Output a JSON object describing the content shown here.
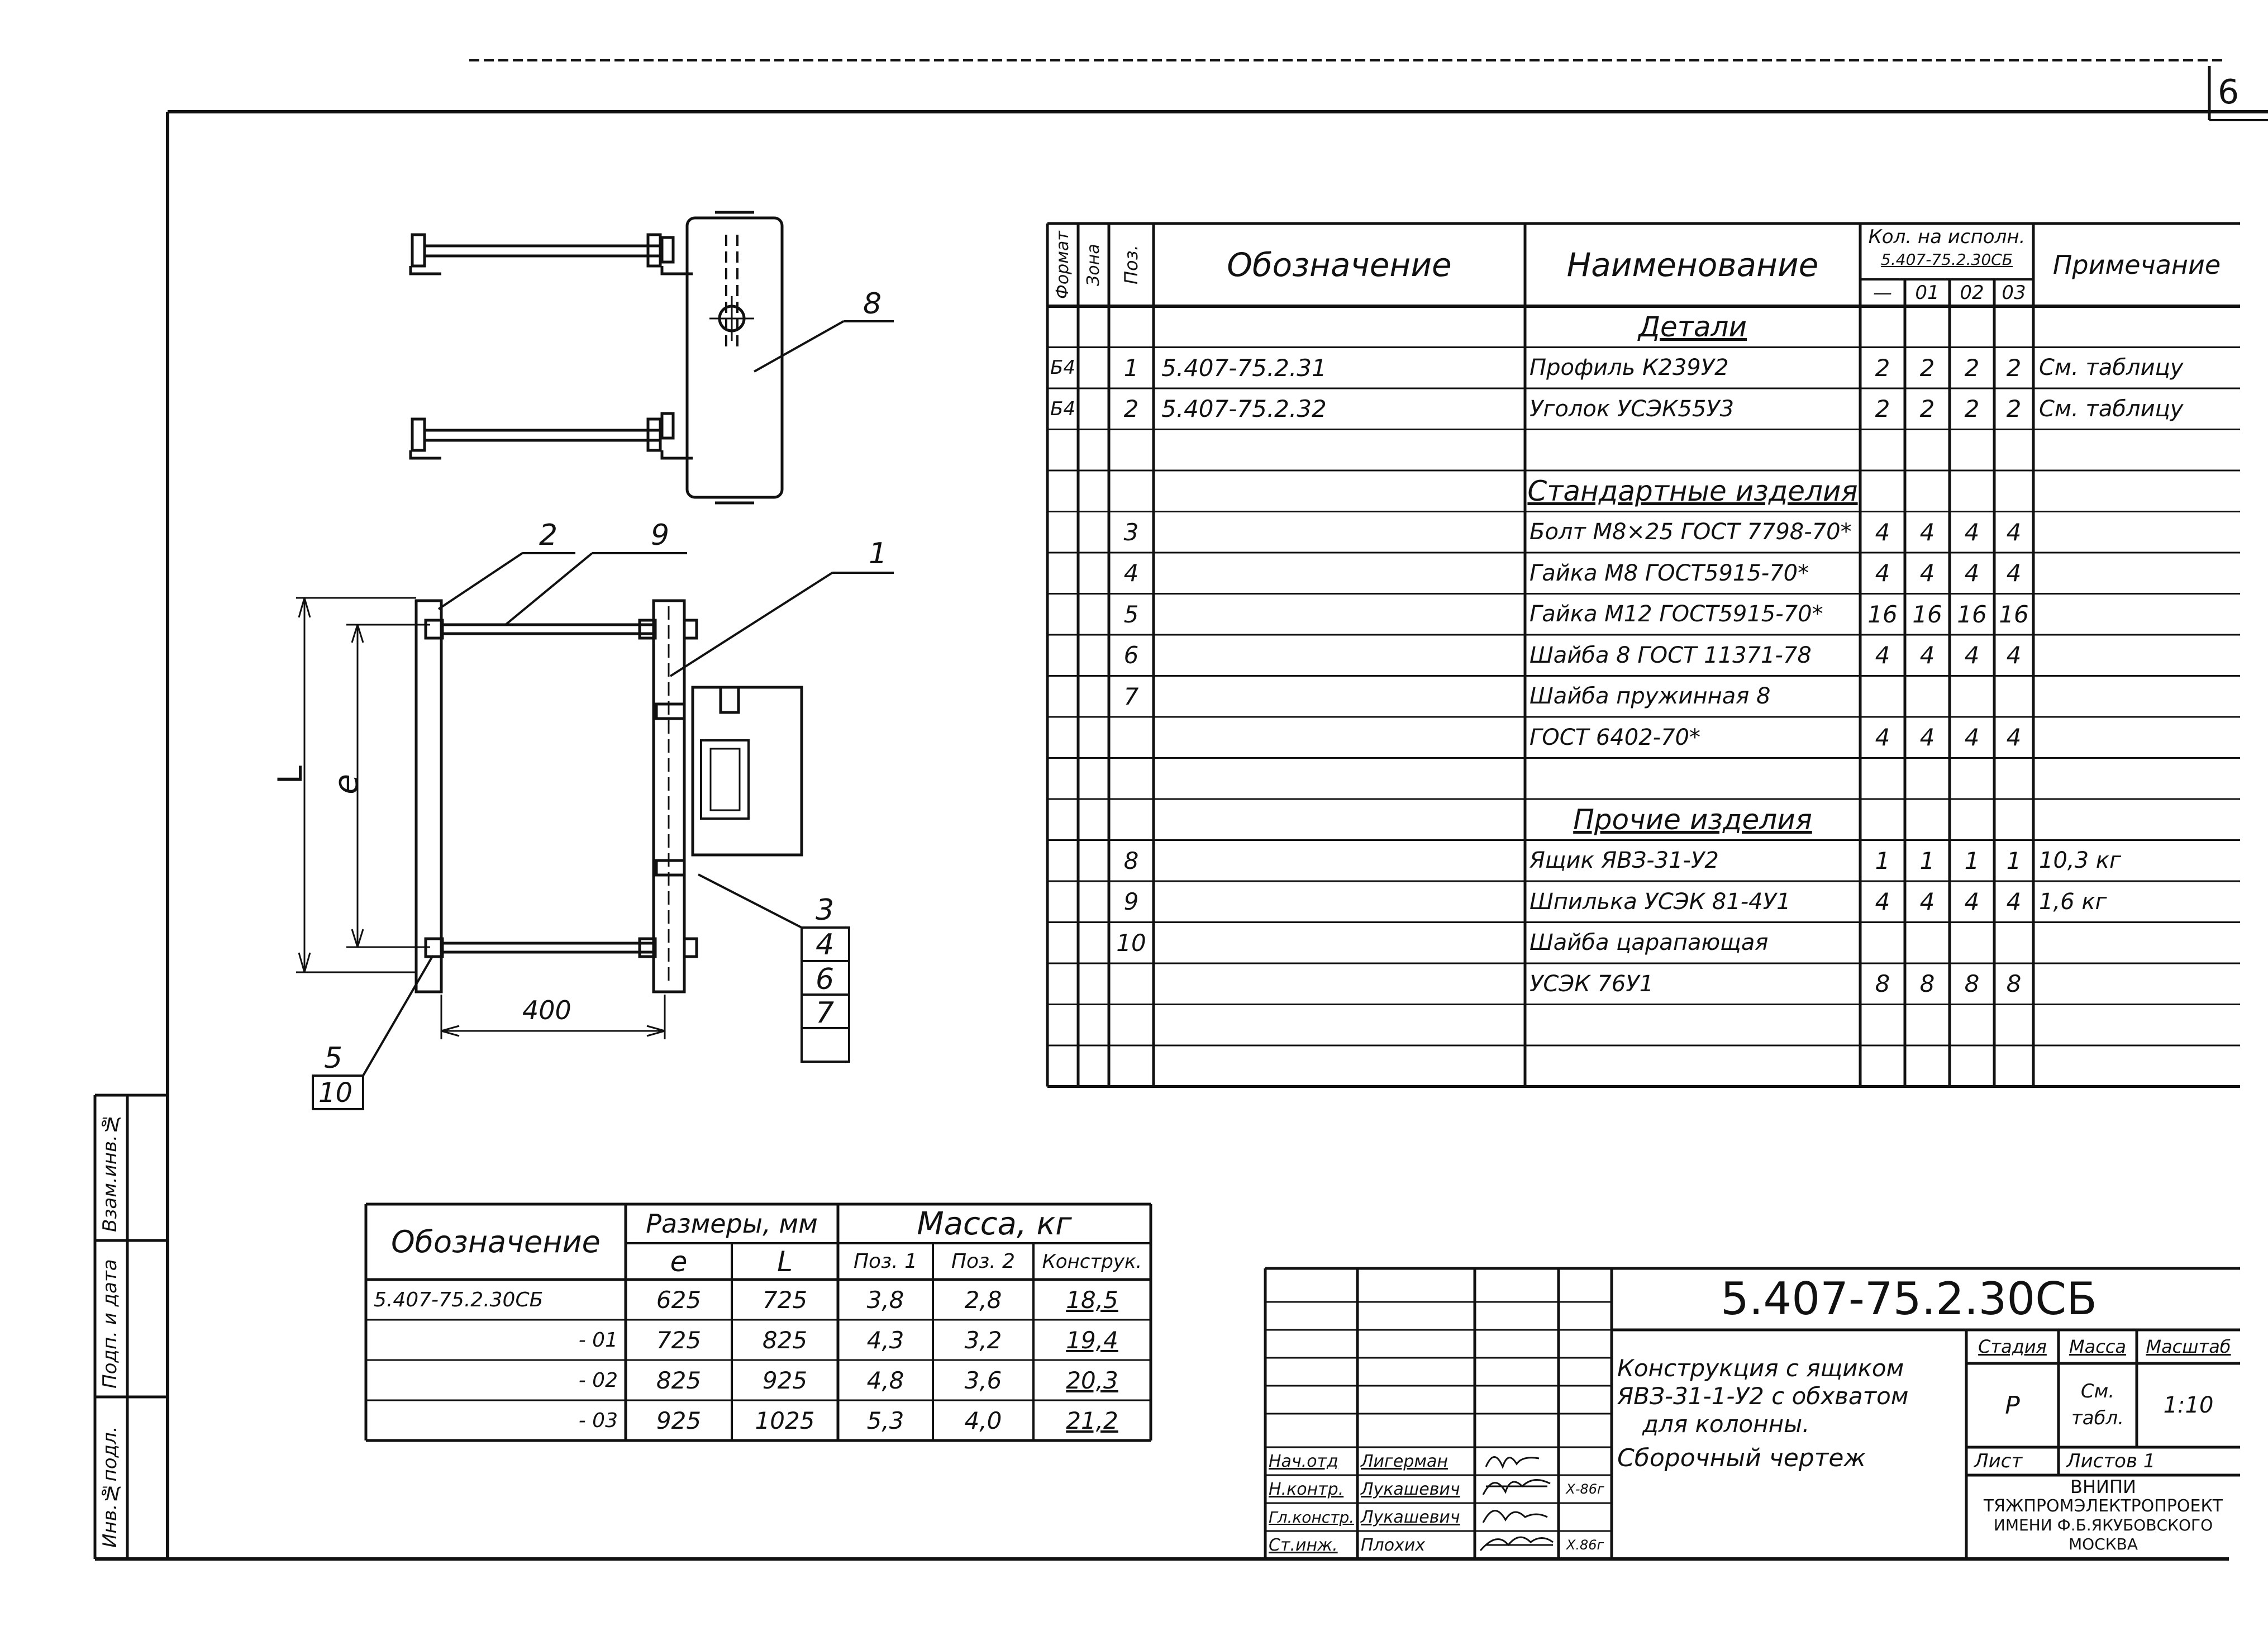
{
  "sheet": {
    "corner_page": "6",
    "left_strip": [
      "Инв.№подл.",
      "Подп. и дата",
      "Взам.инв.№"
    ]
  },
  "spec": {
    "headers": {
      "format": "Формат",
      "zone": "Зона",
      "pos": "Поз.",
      "designation": "Обозначение",
      "name": "Наименование",
      "qty_group": "Кол. на исполн.",
      "qty_doc": "5.407-75.2.30СБ",
      "qty_cols": [
        "—",
        "01",
        "02",
        "03"
      ],
      "note": "Примечание"
    },
    "rows": [
      {
        "fmt": "",
        "pos": "",
        "des": "",
        "name": "Детали",
        "q": [
          "",
          "",
          "",
          ""
        ],
        "note": "",
        "section": true
      },
      {
        "fmt": "Б4",
        "pos": "1",
        "des": "5.407-75.2.31",
        "name": "Профиль К239У2",
        "q": [
          "2",
          "2",
          "2",
          "2"
        ],
        "note": "См. таблицу"
      },
      {
        "fmt": "Б4",
        "pos": "2",
        "des": "5.407-75.2.32",
        "name": "Уголок УСЭК55У3",
        "q": [
          "2",
          "2",
          "2",
          "2"
        ],
        "note": "См. таблицу"
      },
      {
        "fmt": "",
        "pos": "",
        "des": "",
        "name": "",
        "q": [
          "",
          "",
          "",
          ""
        ],
        "note": ""
      },
      {
        "fmt": "",
        "pos": "",
        "des": "",
        "name": "Стандартные изделия",
        "q": [
          "",
          "",
          "",
          ""
        ],
        "note": "",
        "section": true
      },
      {
        "fmt": "",
        "pos": "3",
        "des": "",
        "name": "Болт М8×25 ГОСТ 7798-70*",
        "q": [
          "4",
          "4",
          "4",
          "4"
        ],
        "note": ""
      },
      {
        "fmt": "",
        "pos": "4",
        "des": "",
        "name": "Гайка М8 ГОСТ5915-70*",
        "q": [
          "4",
          "4",
          "4",
          "4"
        ],
        "note": ""
      },
      {
        "fmt": "",
        "pos": "5",
        "des": "",
        "name": "Гайка М12 ГОСТ5915-70*",
        "q": [
          "16",
          "16",
          "16",
          "16"
        ],
        "note": ""
      },
      {
        "fmt": "",
        "pos": "6",
        "des": "",
        "name": "Шайба 8 ГОСТ 11371-78",
        "q": [
          "4",
          "4",
          "4",
          "4"
        ],
        "note": ""
      },
      {
        "fmt": "",
        "pos": "7",
        "des": "",
        "name": "Шайба пружинная 8",
        "q": [
          "",
          "",
          "",
          ""
        ],
        "note": ""
      },
      {
        "fmt": "",
        "pos": "",
        "des": "",
        "name": "ГОСТ 6402-70*",
        "q": [
          "4",
          "4",
          "4",
          "4"
        ],
        "note": ""
      },
      {
        "fmt": "",
        "pos": "",
        "des": "",
        "name": "",
        "q": [
          "",
          "",
          "",
          ""
        ],
        "note": ""
      },
      {
        "fmt": "",
        "pos": "",
        "des": "",
        "name": "Прочие изделия",
        "q": [
          "",
          "",
          "",
          ""
        ],
        "note": "",
        "section": true
      },
      {
        "fmt": "",
        "pos": "8",
        "des": "",
        "name": "Ящик ЯВЗ-31-У2",
        "q": [
          "1",
          "1",
          "1",
          "1"
        ],
        "note": "10,3 кг"
      },
      {
        "fmt": "",
        "pos": "9",
        "des": "",
        "name": "Шпилька УСЭК 81-4У1",
        "q": [
          "4",
          "4",
          "4",
          "4"
        ],
        "note": "1,6 кг"
      },
      {
        "fmt": "",
        "pos": "10",
        "des": "",
        "name": "Шайба царапающая",
        "q": [
          "",
          "",
          "",
          ""
        ],
        "note": ""
      },
      {
        "fmt": "",
        "pos": "",
        "des": "",
        "name": "УСЭК 76У1",
        "q": [
          "8",
          "8",
          "8",
          "8"
        ],
        "note": ""
      },
      {
        "fmt": "",
        "pos": "",
        "des": "",
        "name": "",
        "q": [
          "",
          "",
          "",
          ""
        ],
        "note": ""
      },
      {
        "fmt": "",
        "pos": "",
        "des": "",
        "name": "",
        "q": [
          "",
          "",
          "",
          ""
        ],
        "note": ""
      }
    ]
  },
  "dims": {
    "headers": {
      "designation": "Обозначение",
      "sizes": "Размеры, мм",
      "mass": "Масса, кг",
      "e": "e",
      "L": "L",
      "pos1": "Поз. 1",
      "pos2": "Поз. 2",
      "constr": "Конструк."
    },
    "rows": [
      {
        "des": "5.407-75.2.30СБ",
        "e": "625",
        "L": "725",
        "p1": "3,8",
        "p2": "2,8",
        "c": "18,5"
      },
      {
        "des": "- 01",
        "e": "725",
        "L": "825",
        "p1": "4,3",
        "p2": "3,2",
        "c": "19,4"
      },
      {
        "des": "- 02",
        "e": "825",
        "L": "925",
        "p1": "4,8",
        "p2": "3,6",
        "c": "20,3"
      },
      {
        "des": "- 03",
        "e": "925",
        "L": "1025",
        "p1": "5,3",
        "p2": "4,0",
        "c": "21,2"
      }
    ]
  },
  "titleblock": {
    "doc_number": "5.407-75.2.30СБ",
    "title_lines": [
      "Конструкция с ящиком",
      "ЯВЗ-31-1-У2 с обхватом",
      "для колонны.",
      "Сборочный чертеж"
    ],
    "stage_label": "Стадия",
    "mass_label": "Масса",
    "scale_label": "Масштаб",
    "stage": "Р",
    "mass": "См. табл.",
    "scale": "1:10",
    "sheet_label": "Лист",
    "sheets_label": "Листов 1",
    "org_lines": [
      "ВНИПИ",
      "ТЯЖПРОМЭЛЕКТРОПРОЕКТ",
      "ИМЕНИ Ф.Б.ЯКУБОВСКОГО",
      "МОСКВА"
    ],
    "signatures": [
      {
        "role": "Нач.отд",
        "name": "Лигерман",
        "date": ""
      },
      {
        "role": "Н.контр.",
        "name": "Лукашевич",
        "date": "Х-86г"
      },
      {
        "role": "Гл.констр.",
        "name": "Лукашевич",
        "date": ""
      },
      {
        "role": "Ст.инж.",
        "name": "Плохих",
        "date": "Х.86г"
      }
    ]
  },
  "drawing": {
    "callouts": [
      "8",
      "2",
      "9",
      "1",
      "3",
      "4",
      "6",
      "7",
      "5",
      "10"
    ],
    "dim_width": "400",
    "dim_L": "L",
    "dim_e": "e"
  }
}
